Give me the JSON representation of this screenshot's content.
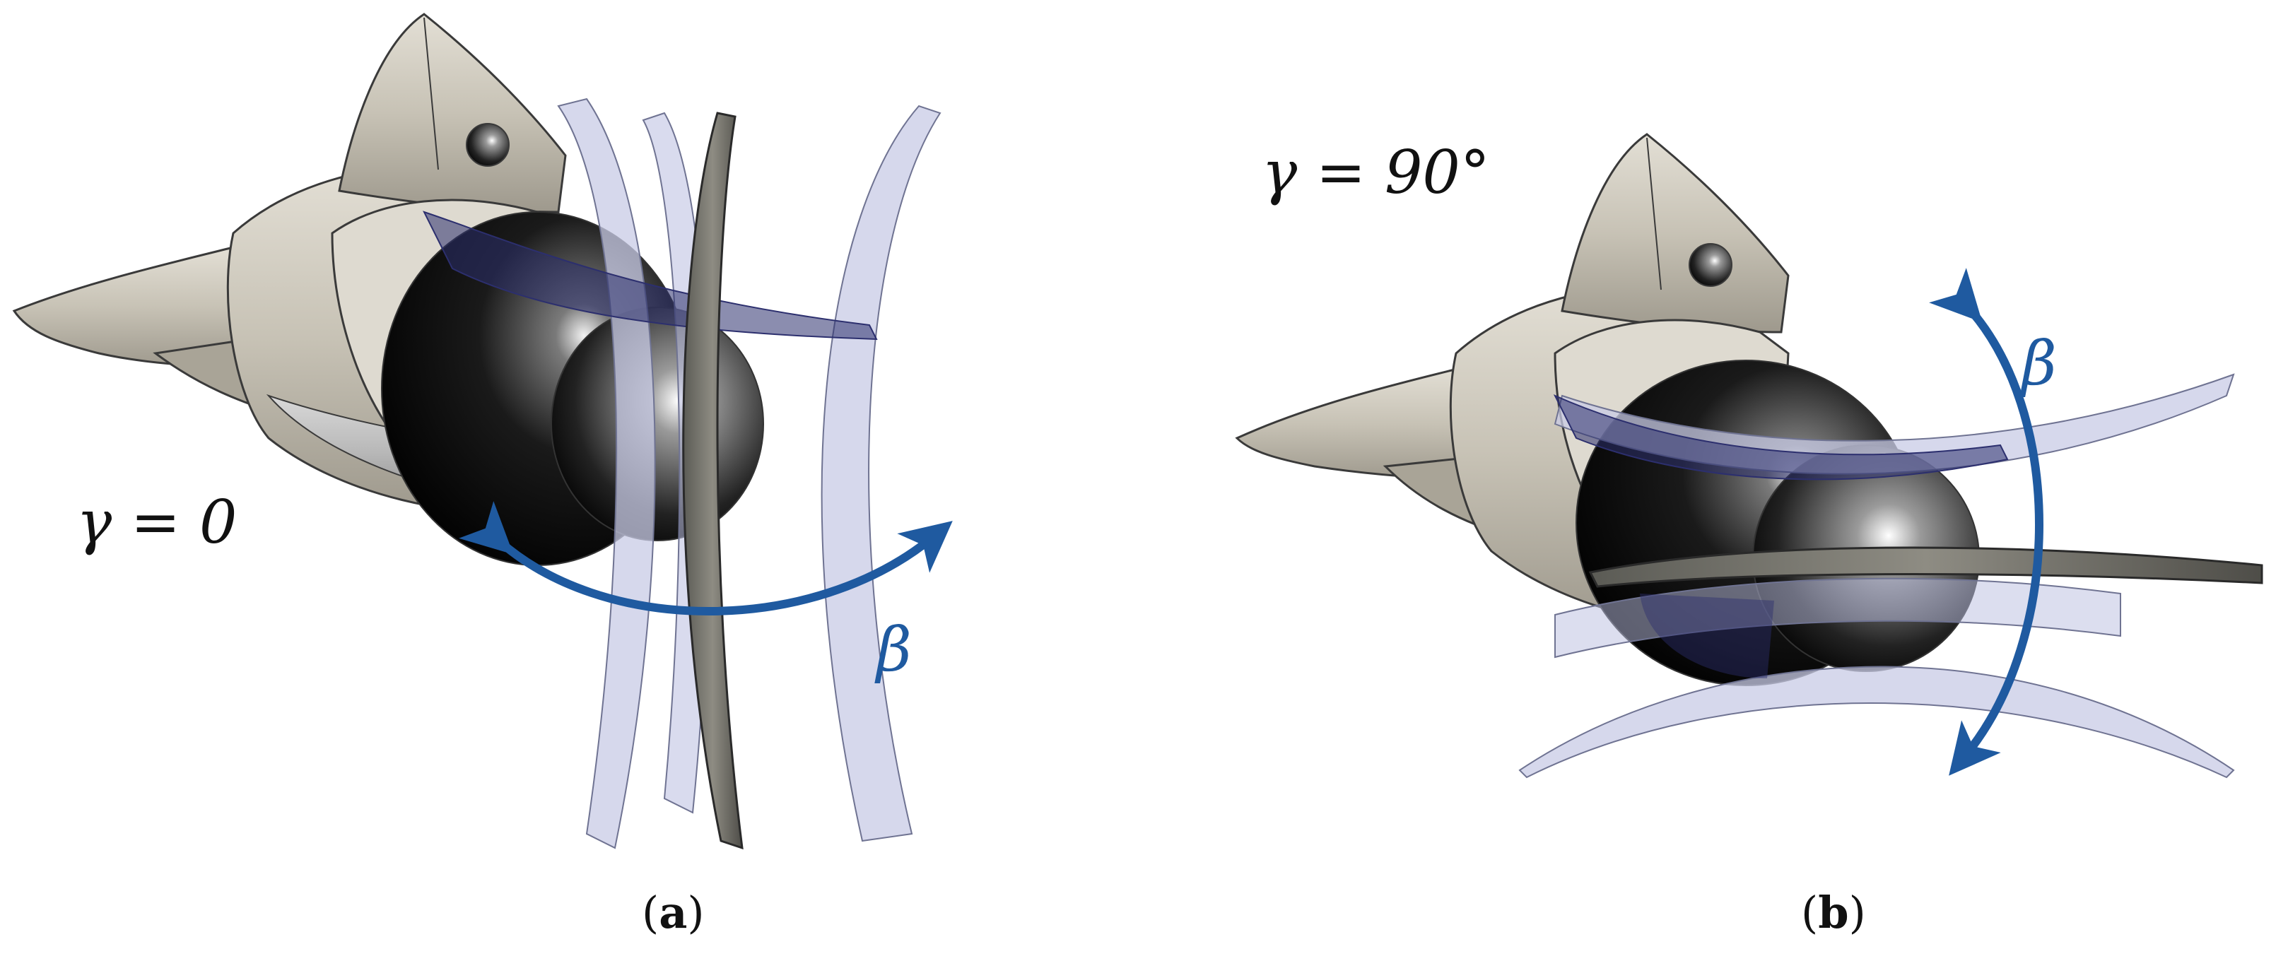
{
  "panels": [
    {
      "id": "a",
      "caption_open": "(",
      "caption_letter": "a",
      "caption_close": ")",
      "gamma_label": "γ = 0",
      "rotation_label": "β"
    },
    {
      "id": "b",
      "caption_open": "(",
      "caption_letter": "b",
      "caption_close": ")",
      "gamma_label": "γ = 90°",
      "rotation_label": "β"
    }
  ],
  "colors": {
    "arrow": "#1f5aa0",
    "body": "#c9c4b7",
    "body_dark": "#8d887c",
    "fin_ghost": "#c8cbe6",
    "fin_dark": "#2c2f6e",
    "sphere": "#0a0a0a"
  }
}
